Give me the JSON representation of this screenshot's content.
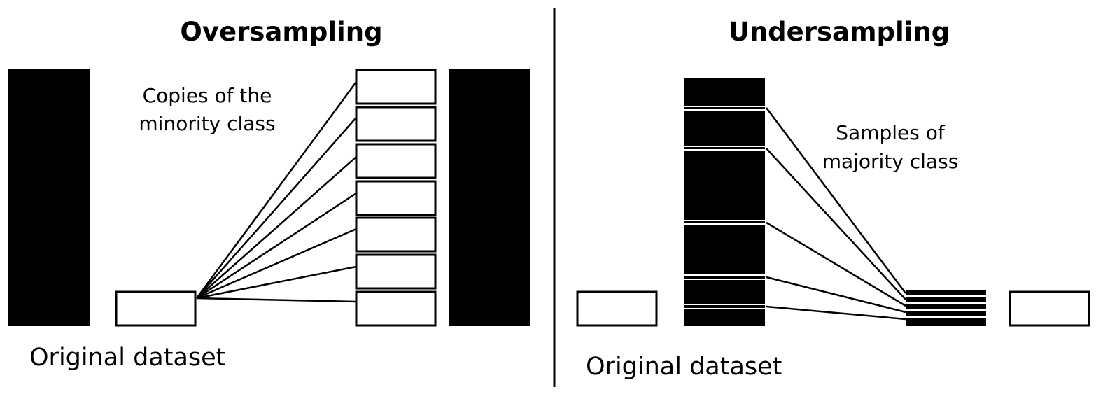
{
  "colors": {
    "background": "#ffffff",
    "ink": "#000000"
  },
  "oversampling": {
    "title": "Oversampling",
    "copies_label_line1": "Copies of the",
    "copies_label_line2": "minority class",
    "original_label": "Original dataset"
  },
  "undersampling": {
    "title": "Undersampling",
    "samples_label_line1": "Samples of",
    "samples_label_line2": "majority class",
    "original_label": "Original dataset"
  }
}
